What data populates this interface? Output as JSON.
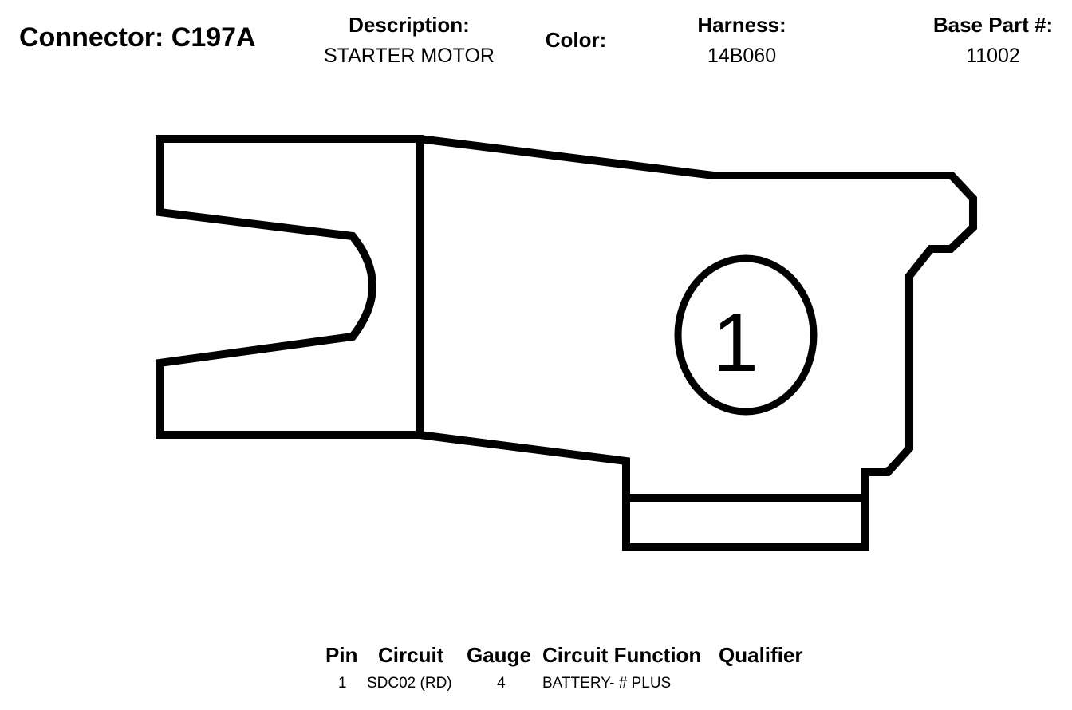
{
  "header": {
    "connector_label": "Connector: C197A",
    "description_label": "Description:",
    "description_value": "STARTER MOTOR",
    "color_label": "Color:",
    "color_value": "",
    "harness_label": "Harness:",
    "harness_value": "14B060",
    "base_part_label": "Base Part #:",
    "base_part_value": "11002"
  },
  "diagram": {
    "pins": [
      {
        "number": "1"
      }
    ]
  },
  "table": {
    "headers": [
      "Pin",
      "Circuit",
      "Gauge",
      "Circuit Function",
      "Qualifier"
    ],
    "rows": [
      {
        "pin": "1",
        "circuit": "SDC02 (RD)",
        "gauge": "4",
        "function": "BATTERY- # PLUS",
        "qualifier": ""
      }
    ]
  }
}
